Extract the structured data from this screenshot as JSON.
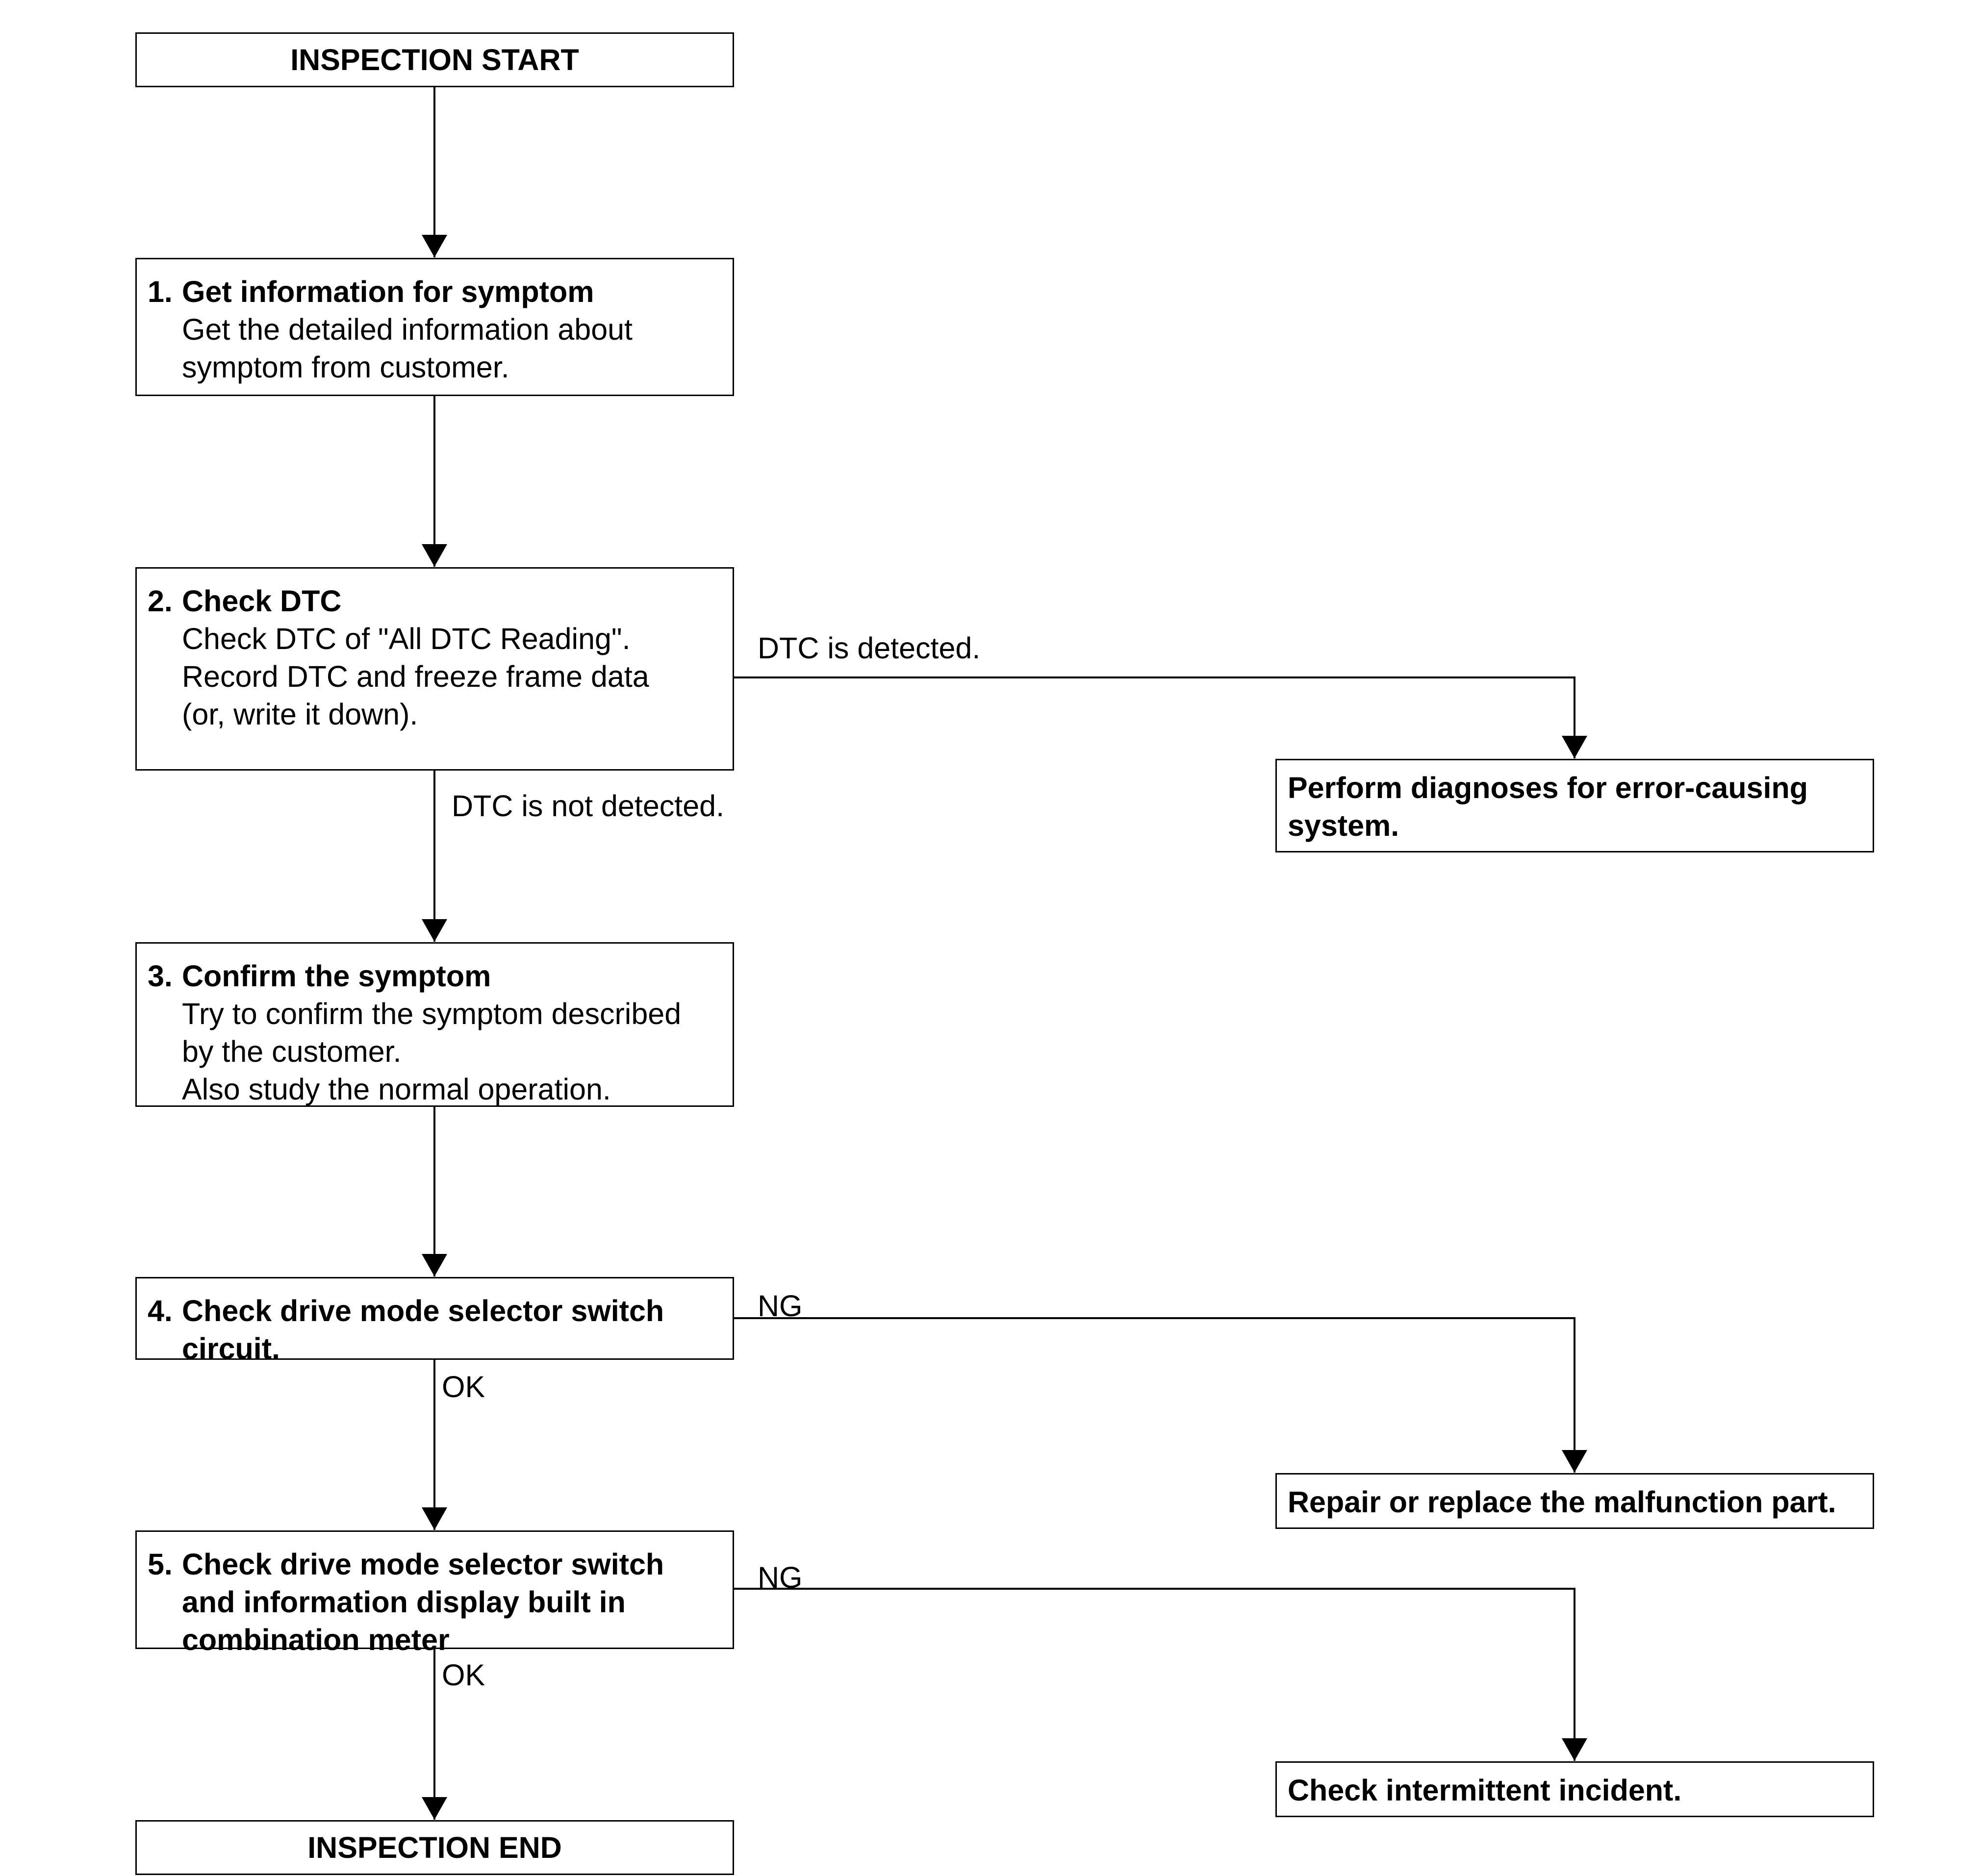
{
  "start": {
    "label": "INSPECTION START"
  },
  "end": {
    "label": "INSPECTION END"
  },
  "steps": [
    {
      "num": "1.",
      "title": "Get information for symptom",
      "desc": [
        "Get the detailed information about",
        "symptom from customer."
      ]
    },
    {
      "num": "2.",
      "title": "Check DTC",
      "desc": [
        "Check DTC of \"All DTC Reading\".",
        "Record DTC and freeze frame data",
        "(or, write it down)."
      ]
    },
    {
      "num": "3.",
      "title": "Confirm the symptom",
      "desc": [
        "Try to confirm the symptom described",
        "by the customer.",
        "Also study the normal operation."
      ]
    },
    {
      "num": "4.",
      "title": "Check drive mode selector switch\ncircuit.",
      "desc": []
    },
    {
      "num": "5.",
      "title": "Check drive mode selector switch\nand information display built in\ncombination meter",
      "desc": []
    }
  ],
  "results": {
    "dtc_detected": "Perform diagnoses for error-causing\nsystem.",
    "circuit_ng": "Repair or replace the malfunction part.",
    "display_ng": "Check intermittent incident."
  },
  "branch_labels": {
    "dtc_detected": "DTC is detected.",
    "dtc_not_detected": "DTC is not detected.",
    "step4_ng": "NG",
    "step4_ok": "OK",
    "step5_ng": "NG",
    "step5_ok": "OK"
  }
}
